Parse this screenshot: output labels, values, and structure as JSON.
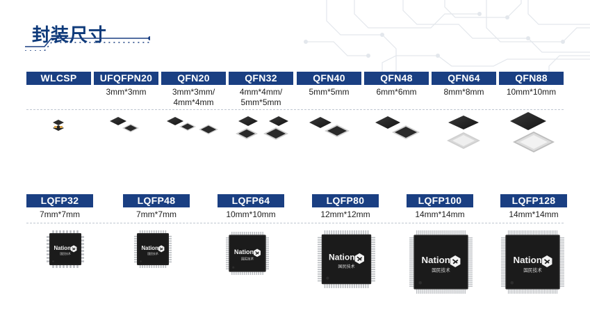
{
  "page": {
    "title": "封装尺寸"
  },
  "logo": {
    "brand": "Nation",
    "cn": "国民技术"
  },
  "row1": [
    {
      "name": "WLCSP",
      "size": ""
    },
    {
      "name": "UFQFPN20",
      "size": "3mm*3mm"
    },
    {
      "name": "QFN20",
      "size": "3mm*3mm/\n4mm*4mm"
    },
    {
      "name": "QFN32",
      "size": "4mm*4mm/\n5mm*5mm"
    },
    {
      "name": "QFN40",
      "size": "5mm*5mm"
    },
    {
      "name": "QFN48",
      "size": "6mm*6mm"
    },
    {
      "name": "QFN64",
      "size": "8mm*8mm"
    },
    {
      "name": "QFN88",
      "size": "10mm*10mm"
    }
  ],
  "row2": [
    {
      "name": "LQFP32",
      "size": "7mm*7mm"
    },
    {
      "name": "LQFP48",
      "size": "7mm*7mm"
    },
    {
      "name": "LQFP64",
      "size": "10mm*10mm"
    },
    {
      "name": "LQFP80",
      "size": "12mm*12mm"
    },
    {
      "name": "LQFP100",
      "size": "14mm*14mm"
    },
    {
      "name": "LQFP128",
      "size": "14mm*14mm"
    }
  ],
  "colors": {
    "header": "#1a3f82",
    "title": "#0e3a7a",
    "chip": "#1b1b1b",
    "pin": "#b9bcc0"
  }
}
